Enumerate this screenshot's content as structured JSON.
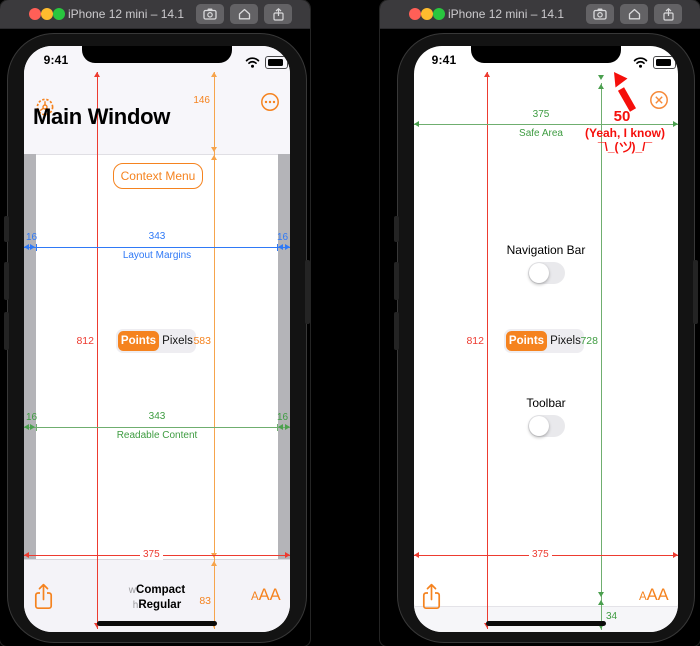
{
  "colors": {
    "accent_orange": "#F5831F",
    "measure_red": "#ED3B30",
    "measure_blue": "#2F79F6",
    "measure_green": "#3E9C41",
    "annotation_red": "#F50F0B"
  },
  "left_window": {
    "titlebar_title": "iPhone 12 mini – 14.1",
    "status_time": "9:41",
    "nav_title": "Main Window",
    "context_menu_label": "Context Menu",
    "segmented": {
      "points": "Points",
      "pixels": "Pixels"
    },
    "measures": {
      "screen_height_pt": "812",
      "nav_bar_height_pt": "146",
      "content_height_pt": "583",
      "toolbar_height_pt": "83",
      "screen_width_pt": "375",
      "layout_margins": {
        "left_inset": "16",
        "right_inset": "16",
        "width": "343",
        "label": "Layout Margins"
      },
      "readable_content": {
        "left_inset": "16",
        "right_inset": "16",
        "width": "343",
        "label": "Readable Content"
      }
    },
    "size_classes": {
      "w_prefix": "w",
      "w_value": "Compact",
      "h_prefix": "h",
      "h_value": "Regular"
    },
    "text_size_label": "AA"
  },
  "right_window": {
    "titlebar_title": "iPhone 12 mini – 14.1",
    "status_time": "9:41",
    "safe_area": {
      "width_pt": "375",
      "label": "Safe Area"
    },
    "measures": {
      "screen_height_pt": "812",
      "safe_height_pt": "728",
      "screen_width_pt": "375",
      "bottom_inset_pt": "34"
    },
    "annotation": {
      "top_inset_pt": "50",
      "note": "(Yeah, I know)",
      "shrug_left": "¯\\_(",
      "shrug_right": ")_/¯"
    },
    "toggles": {
      "navigation_bar": "Navigation Bar",
      "toolbar": "Toolbar"
    },
    "segmented": {
      "points": "Points",
      "pixels": "Pixels"
    },
    "text_size_label": "AA"
  }
}
